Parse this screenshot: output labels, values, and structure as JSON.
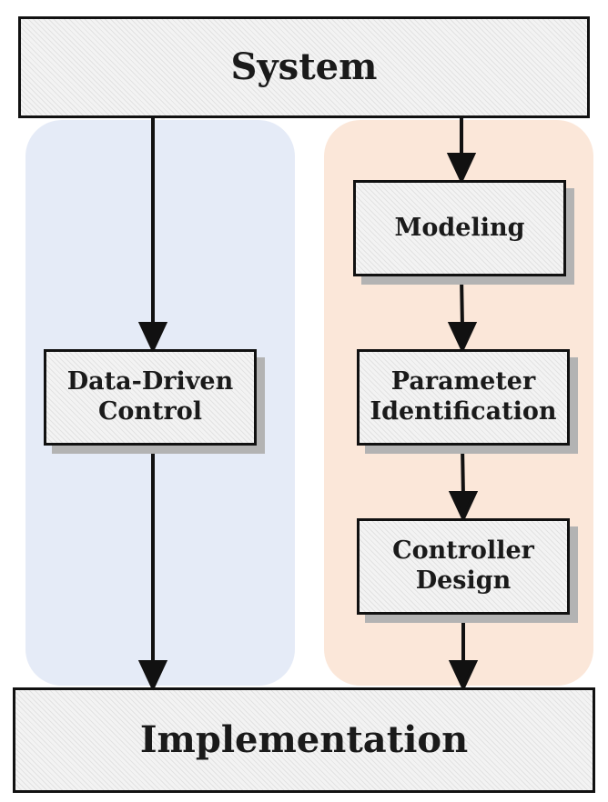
{
  "nodes": {
    "system": "System",
    "implementation": "Implementation",
    "data_driven_control": "Data-Driven\nControl",
    "modeling": "Modeling",
    "parameter_identification": "Parameter\nIdentification",
    "controller_design": "Controller\nDesign"
  },
  "colors": {
    "left_panel": "#e5ebf7",
    "right_panel": "#fbe7d9"
  }
}
